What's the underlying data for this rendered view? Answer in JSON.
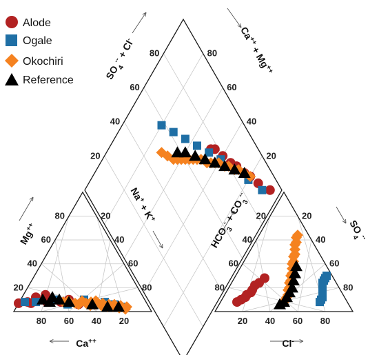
{
  "chart_data": {
    "type": "scatter",
    "subtype": "piper-trilinear",
    "legend": {
      "placement": "top-left",
      "items": [
        {
          "name": "Alode",
          "color": "#b22222",
          "marker": "circle"
        },
        {
          "name": "Ogale",
          "color": "#1f6fa5",
          "marker": "square"
        },
        {
          "name": "Okochiri",
          "color": "#f58220",
          "marker": "diamond"
        },
        {
          "name": "Reference",
          "color": "#000000",
          "marker": "triangle"
        }
      ]
    },
    "axes": {
      "cation_ca": "Ca",
      "cation_ca_sup": "++",
      "cation_mg": "Mg",
      "cation_mg_sup": "++",
      "cation_nak_a": "Na",
      "cation_nak_a_sup": "+",
      "cation_nak_plus": " + ",
      "cation_nak_b": "K",
      "cation_nak_b_sup": "+",
      "anion_cl": "Cl",
      "anion_cl_sup": "-",
      "anion_so4": "SO",
      "anion_so4_sub": "4",
      "anion_so4_sup": "--",
      "anion_hco3_a": "HCO",
      "anion_hco3_a_sub": "3",
      "anion_hco3_a_sup": "-",
      "anion_hco3_plus": " + ",
      "anion_hco3_b": "CO",
      "anion_hco3_b_sub": "3",
      "anion_hco3_b_sup": "--",
      "diamond_upper_a": "SO",
      "diamond_upper_a_sub": "4",
      "diamond_upper_a_sup": "--",
      "diamond_upper_plus": " + ",
      "diamond_upper_b": "Cl",
      "diamond_upper_b_sup": "-",
      "diamond_right_a": "Ca",
      "diamond_right_a_sup": "++",
      "diamond_right_plus": " + ",
      "diamond_right_b": "Mg",
      "diamond_right_b_sup": "++",
      "scale": [
        0,
        100
      ],
      "grid": true
    },
    "ticks": {
      "cation_ca": [
        "80",
        "60",
        "40",
        "20"
      ],
      "cation_mg": [
        "20",
        "40",
        "60",
        "80"
      ],
      "cation_nak": [
        "20",
        "40",
        "60",
        "80"
      ],
      "anion_cl": [
        "20",
        "40",
        "60",
        "80"
      ],
      "anion_so4": [
        "20",
        "40",
        "60",
        "80"
      ],
      "anion_hco3": [
        "80",
        "60",
        "40",
        "20"
      ],
      "diamond_upper": [
        "80",
        "60",
        "40",
        "20"
      ],
      "diamond_right": [
        "80",
        "60",
        "40",
        "20"
      ]
    },
    "series": [
      {
        "name": "Alode",
        "cations": [
          [
            93,
            7,
            0
          ],
          [
            86,
            8,
            6
          ],
          [
            84,
            7,
            9
          ],
          [
            78,
            12,
            10
          ],
          [
            72,
            8,
            20
          ],
          [
            70,
            14,
            16
          ],
          [
            62,
            8,
            30
          ],
          [
            55,
            10,
            35
          ],
          [
            50,
            6,
            44
          ]
        ],
        "anions": [
          [
            80,
            8,
            12
          ],
          [
            76,
            10,
            14
          ],
          [
            72,
            12,
            16
          ],
          [
            70,
            14,
            16
          ],
          [
            66,
            16,
            18
          ],
          [
            64,
            18,
            18
          ],
          [
            60,
            22,
            18
          ],
          [
            56,
            24,
            20
          ],
          [
            50,
            28,
            22
          ]
        ],
        "diamond": [
          [
            94,
            6
          ],
          [
            90,
            14
          ],
          [
            88,
            20
          ],
          [
            86,
            24
          ],
          [
            84,
            30
          ],
          [
            82,
            34
          ],
          [
            80,
            40
          ],
          [
            78,
            46
          ],
          [
            76,
            48
          ]
        ]
      },
      {
        "name": "Ogale",
        "cations": [
          [
            88,
            8,
            4
          ],
          [
            80,
            8,
            12
          ],
          [
            66,
            10,
            24
          ],
          [
            58,
            6,
            36
          ],
          [
            44,
            10,
            46
          ],
          [
            38,
            6,
            56
          ],
          [
            30,
            8,
            62
          ],
          [
            24,
            6,
            70
          ],
          [
            20,
            4,
            76
          ]
        ],
        "anions": [
          [
            20,
            8,
            72
          ],
          [
            18,
            10,
            72
          ],
          [
            16,
            12,
            72
          ],
          [
            14,
            16,
            70
          ],
          [
            12,
            20,
            68
          ],
          [
            10,
            24,
            66
          ],
          [
            8,
            26,
            66
          ],
          [
            6,
            28,
            66
          ],
          [
            4,
            30,
            66
          ]
        ],
        "diamond": [
          [
            90,
            10
          ],
          [
            86,
            20
          ],
          [
            82,
            30
          ],
          [
            78,
            40
          ],
          [
            74,
            48
          ],
          [
            70,
            56
          ],
          [
            66,
            64
          ],
          [
            62,
            72
          ],
          [
            58,
            80
          ]
        ]
      },
      {
        "name": "Okochiri",
        "cations": [
          [
            60,
            8,
            32
          ],
          [
            56,
            9,
            35
          ],
          [
            52,
            7,
            41
          ],
          [
            50,
            6,
            44
          ],
          [
            46,
            9,
            45
          ],
          [
            44,
            7,
            49
          ],
          [
            42,
            5,
            53
          ],
          [
            40,
            8,
            52
          ],
          [
            38,
            6,
            56
          ],
          [
            36,
            9,
            55
          ],
          [
            34,
            5,
            61
          ],
          [
            32,
            7,
            61
          ],
          [
            30,
            4,
            66
          ],
          [
            28,
            6,
            66
          ],
          [
            26,
            4,
            70
          ],
          [
            24,
            6,
            70
          ],
          [
            22,
            3,
            75
          ],
          [
            20,
            5,
            75
          ],
          [
            18,
            2,
            80
          ],
          [
            16,
            4,
            80
          ]
        ],
        "anions": [
          [
            8,
            64,
            28
          ],
          [
            10,
            62,
            28
          ],
          [
            12,
            58,
            30
          ],
          [
            14,
            56,
            30
          ],
          [
            16,
            52,
            32
          ],
          [
            18,
            48,
            34
          ],
          [
            20,
            46,
            34
          ],
          [
            22,
            42,
            36
          ],
          [
            24,
            40,
            36
          ],
          [
            26,
            36,
            38
          ],
          [
            28,
            32,
            40
          ],
          [
            30,
            30,
            40
          ],
          [
            32,
            26,
            42
          ],
          [
            34,
            24,
            42
          ],
          [
            36,
            20,
            44
          ],
          [
            38,
            18,
            44
          ],
          [
            40,
            14,
            46
          ],
          [
            42,
            12,
            46
          ],
          [
            44,
            10,
            46
          ],
          [
            46,
            8,
            46
          ]
        ],
        "diamond": [
          [
            88,
            20
          ],
          [
            86,
            24
          ],
          [
            84,
            28
          ],
          [
            82,
            30
          ],
          [
            80,
            34
          ],
          [
            78,
            36
          ],
          [
            76,
            40
          ],
          [
            74,
            42
          ],
          [
            72,
            44
          ],
          [
            70,
            46
          ],
          [
            68,
            50
          ],
          [
            66,
            52
          ],
          [
            64,
            54
          ],
          [
            62,
            56
          ],
          [
            60,
            58
          ],
          [
            58,
            60
          ],
          [
            56,
            62
          ],
          [
            54,
            64
          ],
          [
            52,
            68
          ],
          [
            50,
            72
          ]
        ]
      },
      {
        "name": "Reference",
        "cations": [
          [
            74,
            10,
            16
          ],
          [
            70,
            8,
            22
          ],
          [
            66,
            12,
            22
          ],
          [
            62,
            10,
            28
          ],
          [
            56,
            8,
            36
          ],
          [
            40,
            6,
            54
          ],
          [
            30,
            4,
            66
          ],
          [
            22,
            4,
            74
          ]
        ],
        "anions": [
          [
            22,
            38,
            40
          ],
          [
            26,
            32,
            42
          ],
          [
            30,
            26,
            44
          ],
          [
            34,
            20,
            46
          ],
          [
            38,
            16,
            46
          ],
          [
            42,
            12,
            46
          ],
          [
            46,
            8,
            46
          ],
          [
            50,
            6,
            44
          ]
        ],
        "diamond": [
          [
            86,
            24
          ],
          [
            82,
            30
          ],
          [
            78,
            36
          ],
          [
            74,
            42
          ],
          [
            70,
            48
          ],
          [
            66,
            54
          ],
          [
            62,
            60
          ],
          [
            58,
            64
          ]
        ]
      }
    ]
  }
}
